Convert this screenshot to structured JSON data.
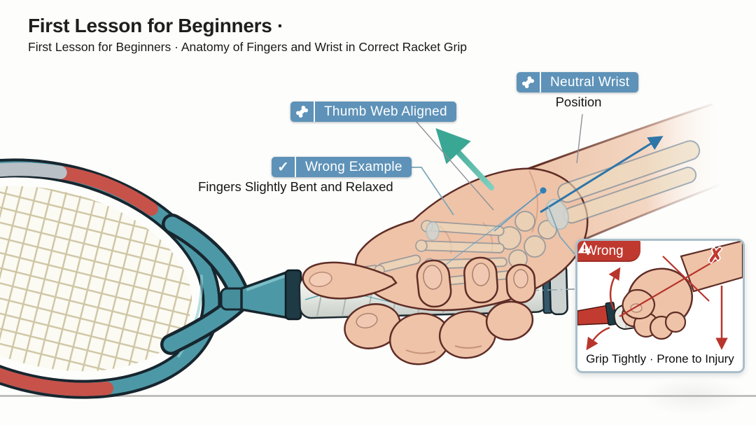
{
  "header": {
    "title": "First Lesson for Beginners ·",
    "subtitle": "First Lesson for Beginners · Anatomy of Fingers and Wrist in Correct Racket Grip"
  },
  "callouts": {
    "thumb_web": {
      "label": "Thumb Web Aligned",
      "icon": "bone-icon"
    },
    "neutral_wrist": {
      "label": "Neutral Wrist",
      "sublabel": "Position",
      "icon": "bone-icon"
    },
    "wrong_example": {
      "label": "Wrong Example",
      "sublabel": "Fingers Slightly Bent and Relaxed",
      "icon": "check-icon"
    }
  },
  "inset": {
    "header": "Wrong",
    "caption": "Grip Tightly · Prone to Injury",
    "cross_glyph": "✗",
    "warning_icon": "warning-triangle-icon"
  },
  "icons": {
    "check_glyph": "✓"
  },
  "colors": {
    "label_blue": "#5e92b8",
    "warning_red": "#c0392f",
    "racket_teal": "#4d98a6",
    "racket_accent_red": "#c6524a",
    "racket_accent_silver": "#b9c0c6",
    "string_cream": "#cfc6a4",
    "skin": "#eec3a8",
    "outline_brown": "#5f2d26",
    "bone_cream": "#ead9bc",
    "bone_outline": "#6b8396",
    "cartilage_blue": "#bfe0ea",
    "arrow_teal": "#49b2a0",
    "arrow_blue": "#2e75a8",
    "grip_white": "#e9ebe6",
    "ground_gray": "#b4b4b2",
    "text_dark": "#1d1d1d"
  }
}
